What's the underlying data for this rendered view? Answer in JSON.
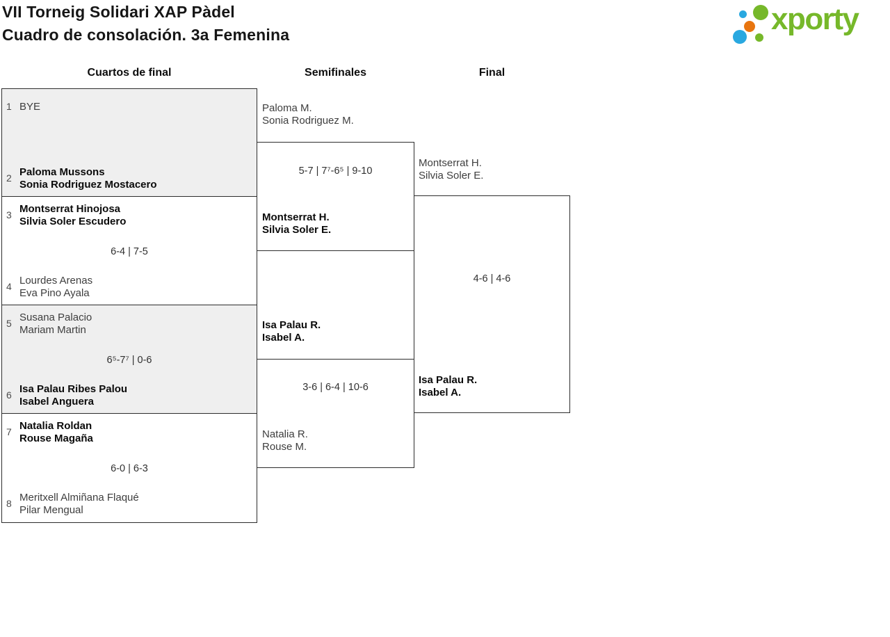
{
  "header": {
    "title_line1": "VII Torneig Solidari XAP Pàdel",
    "title_line2": "Cuadro de consolación. 3a Femenina",
    "logo_text": "xporty"
  },
  "rounds": [
    "Cuartos de final",
    "Semifinales",
    "Final"
  ],
  "matches": {
    "quarterfinals": [
      {
        "seed_top": "1",
        "top_line1": "BYE",
        "top_line2": "",
        "score": "",
        "seed_bottom": "2",
        "bottom_line1": "Paloma Mussons",
        "bottom_line2": "Sonia Rodriguez Mostacero",
        "winner": "bottom"
      },
      {
        "seed_top": "3",
        "top_line1": "Montserrat Hinojosa",
        "top_line2": "Silvia Soler Escudero",
        "score": "6-4 | 7-5",
        "seed_bottom": "4",
        "bottom_line1": "Lourdes Arenas",
        "bottom_line2": "Eva Pino Ayala",
        "winner": "top"
      },
      {
        "seed_top": "5",
        "top_line1": "Susana Palacio",
        "top_line2": "Mariam Martin",
        "score": "6⁵-7⁷ | 0-6",
        "seed_bottom": "6",
        "bottom_line1": "Isa Palau Ribes Palou",
        "bottom_line2": "Isabel Anguera",
        "winner": "bottom"
      },
      {
        "seed_top": "7",
        "top_line1": "Natalia Roldan",
        "top_line2": "Rouse Magaña",
        "score": "6-0 | 6-3",
        "seed_bottom": "8",
        "bottom_line1": "Meritxell Almiñana Flaqué",
        "bottom_line2": "Pilar Mengual",
        "winner": "top"
      }
    ],
    "semifinals": [
      {
        "top_line1": "Paloma M.",
        "top_line2": "Sonia Rodriguez M.",
        "score": "5-7 | 7⁷-6⁵ | 9-10",
        "bottom_line1": "Montserrat H.",
        "bottom_line2": "Silvia Soler E.",
        "winner": "bottom"
      },
      {
        "top_line1": "Isa Palau R.",
        "top_line2": "Isabel A.",
        "score": "3-6 | 6-4 | 10-6",
        "bottom_line1": "Natalia R.",
        "bottom_line2": "Rouse M.",
        "winner": "top"
      }
    ],
    "final": {
      "top_line1": "Montserrat H.",
      "top_line2": "Silvia Soler E.",
      "score": "4-6 | 4-6",
      "bottom_line1": "Isa Palau R.",
      "bottom_line2": "Isabel A.",
      "winner": "bottom"
    }
  },
  "colors": {
    "brand_green": "#76b82a",
    "brand_blue": "#29a8e0",
    "brand_orange": "#e8750f",
    "shaded_bg": "#efefef",
    "line": "#2c2c2c"
  }
}
